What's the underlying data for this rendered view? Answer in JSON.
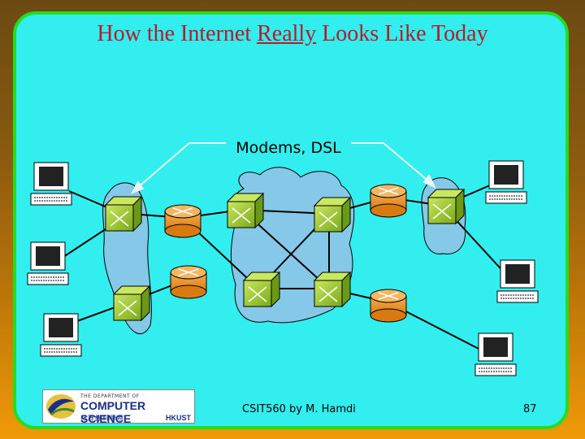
{
  "slide": {
    "title_prefix": "How the Internet ",
    "title_underlined": "Really",
    "title_suffix": " Looks Like Today",
    "callout_label": "Modems, DSL",
    "footer_credit": "CSIT560 by M. Hamdi",
    "page_number": "87"
  },
  "logo": {
    "line1": "THE DEPARTMENT OF",
    "line2": "COMPUTER SCIENCE",
    "line3": "計算機科學系",
    "line4": "HKUST"
  },
  "colors": {
    "panel": "#33eeee",
    "panel_border": "#22dd22",
    "title": "#b81a2a",
    "switch": "#9ccc2a",
    "router": "#f09a30",
    "cloud": "#86c8e8"
  }
}
